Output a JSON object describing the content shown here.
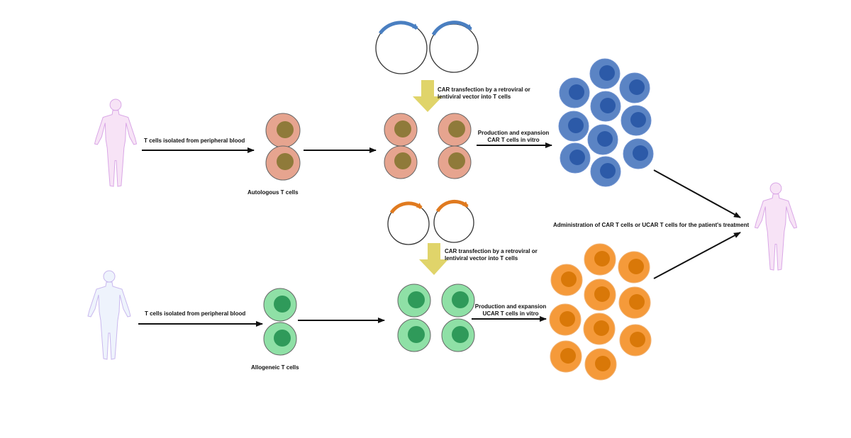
{
  "labels": {
    "isolation_top": "T cells isolated from peripheral blood",
    "isolation_bottom": "T cells isolated from peripheral blood",
    "autologous": "Autologous T cells",
    "allogeneic": "Allogeneic T cells",
    "transfection_top": "CAR transfection by a retroviral or\nlentiviral vector into T cells",
    "transfection_bottom": "CAR transfection by a retroviral or\nlentiviral vector into T cells",
    "expansion_top": "Production and expansion\nCAR T cells in vitro",
    "expansion_bottom": "Production and expansion\nUCAR T cells in vitro",
    "administration": "Administration of CAR T cells or UCAR T cells for the patient's treatment"
  },
  "colors": {
    "autologous_cell": "#e6a48f",
    "autologous_nucleus": "#8f7a3a",
    "allogeneic_cell": "#8fe0a6",
    "allogeneic_nucleus": "#2f9a5a",
    "car_t_cell": "#5b84c4",
    "car_t_nucleus": "#2c5aa8",
    "ucar_t_cell": "#f59a3a",
    "ucar_t_nucleus": "#d97808",
    "vector_top_arc": "#4a7fc1",
    "vector_bottom_arc": "#e07a1f",
    "down_arrow": "#e0d46a",
    "arrow": "#111111",
    "human_pink": "#f2c7f0",
    "human_blue": "#cfe0f7"
  },
  "icons": {
    "donor_top": "human-figure-icon",
    "donor_bottom": "human-figure-icon",
    "patient": "human-figure-icon",
    "vector": "plasmid-vector-icon"
  }
}
